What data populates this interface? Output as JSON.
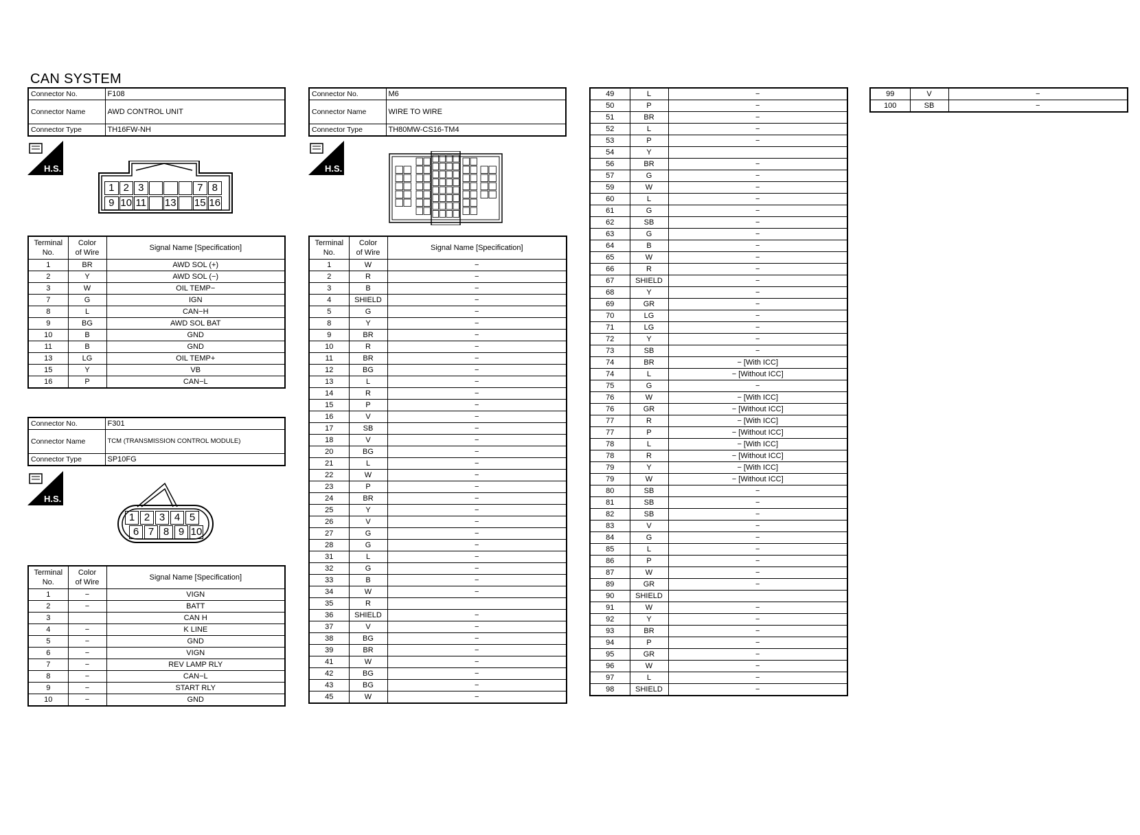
{
  "title": "CAN SYSTEM",
  "labels": {
    "connector_no": "Connector No.",
    "connector_name": "Connector Name",
    "connector_type": "Connector Type",
    "terminal": "Terminal",
    "no": "No.",
    "color": "Color",
    "of_wire": "of Wire",
    "signal": "Signal Name [Specification]",
    "hs": "H.S."
  },
  "connectors": [
    {
      "no": "F108",
      "name": "AWD CONTROL UNIT",
      "type": "TH16FW-NH",
      "pins_top": [
        "1",
        "2",
        "3",
        "",
        "",
        "",
        "7",
        "8"
      ],
      "pins_bottom": [
        "9",
        "10",
        "11",
        "",
        "13",
        "",
        "15",
        "16"
      ],
      "rows": [
        [
          "1",
          "BR",
          "AWD SOL (+)"
        ],
        [
          "2",
          "Y",
          "AWD SOL (−)"
        ],
        [
          "3",
          "W",
          "OIL TEMP−"
        ],
        [
          "7",
          "G",
          "IGN"
        ],
        [
          "8",
          "L",
          "CAN−H"
        ],
        [
          "9",
          "BG",
          "AWD SOL BAT"
        ],
        [
          "10",
          "B",
          "GND"
        ],
        [
          "11",
          "B",
          "GND"
        ],
        [
          "13",
          "LG",
          "OIL TEMP+"
        ],
        [
          "15",
          "Y",
          "VB"
        ],
        [
          "16",
          "P",
          "CAN−L"
        ]
      ]
    },
    {
      "no": "F301",
      "name": "TCM (TRANSMISSION CONTROL MODULE)",
      "type": "SP10FG",
      "pins_top": [
        "1",
        "2",
        "3",
        "4",
        "5"
      ],
      "pins_bottom": [
        "6",
        "7",
        "8",
        "9",
        "10"
      ],
      "rows": [
        [
          "1",
          "−",
          "VIGN"
        ],
        [
          "2",
          "−",
          "BATT"
        ],
        [
          "3",
          "",
          "CAN H"
        ],
        [
          "4",
          "−",
          "K LINE"
        ],
        [
          "5",
          "−",
          "GND"
        ],
        [
          "6",
          "−",
          "VIGN"
        ],
        [
          "7",
          "−",
          "REV LAMP RLY"
        ],
        [
          "8",
          "−",
          "CAN−L"
        ],
        [
          "9",
          "−",
          "START RLY"
        ],
        [
          "10",
          "−",
          "GND"
        ]
      ]
    },
    {
      "no": "M6",
      "name": "WIRE TO WIRE",
      "type": "TH80MW-CS16-TM4",
      "rows": [
        [
          "1",
          "W",
          "−"
        ],
        [
          "2",
          "R",
          "−"
        ],
        [
          "3",
          "B",
          "−"
        ],
        [
          "4",
          "SHIELD",
          "−"
        ],
        [
          "5",
          "G",
          "−"
        ],
        [
          "8",
          "Y",
          "−"
        ],
        [
          "9",
          "BR",
          "−"
        ],
        [
          "10",
          "R",
          "−"
        ],
        [
          "11",
          "BR",
          "−"
        ],
        [
          "12",
          "BG",
          "−"
        ],
        [
          "13",
          "L",
          "−"
        ],
        [
          "14",
          "R",
          "−"
        ],
        [
          "15",
          "P",
          "−"
        ],
        [
          "16",
          "V",
          "−"
        ],
        [
          "17",
          "SB",
          "−"
        ],
        [
          "18",
          "V",
          "−"
        ],
        [
          "20",
          "BG",
          "−"
        ],
        [
          "21",
          "L",
          "−"
        ],
        [
          "22",
          "W",
          "−"
        ],
        [
          "23",
          "P",
          "−"
        ],
        [
          "24",
          "BR",
          "−"
        ],
        [
          "25",
          "Y",
          "−"
        ],
        [
          "26",
          "V",
          "−"
        ],
        [
          "27",
          "G",
          "−"
        ],
        [
          "28",
          "G",
          "−"
        ],
        [
          "31",
          "L",
          "−"
        ],
        [
          "32",
          "G",
          "−"
        ],
        [
          "33",
          "B",
          "−"
        ],
        [
          "34",
          "W",
          "−"
        ],
        [
          "35",
          "R",
          ""
        ],
        [
          "36",
          "SHIELD",
          "−"
        ],
        [
          "37",
          "V",
          "−"
        ],
        [
          "38",
          "BG",
          "−"
        ],
        [
          "39",
          "BR",
          "−"
        ],
        [
          "41",
          "W",
          "−"
        ],
        [
          "42",
          "BG",
          "−"
        ],
        [
          "43",
          "BG",
          "−"
        ],
        [
          "45",
          "W",
          "−"
        ]
      ],
      "rows2": [
        [
          "49",
          "L",
          "−"
        ],
        [
          "50",
          "P",
          "−"
        ],
        [
          "51",
          "BR",
          "−"
        ],
        [
          "52",
          "L",
          "−"
        ],
        [
          "53",
          "P",
          "−"
        ],
        [
          "54",
          "Y",
          ""
        ],
        [
          "56",
          "BR",
          "−"
        ],
        [
          "57",
          "G",
          "−"
        ],
        [
          "59",
          "W",
          "−"
        ],
        [
          "60",
          "L",
          "−"
        ],
        [
          "61",
          "G",
          "−"
        ],
        [
          "62",
          "SB",
          "−"
        ],
        [
          "63",
          "G",
          "−"
        ],
        [
          "64",
          "B",
          "−"
        ],
        [
          "65",
          "W",
          "−"
        ],
        [
          "66",
          "R",
          "−"
        ],
        [
          "67",
          "SHIELD",
          "−"
        ],
        [
          "68",
          "Y",
          "−"
        ],
        [
          "69",
          "GR",
          "−"
        ],
        [
          "70",
          "LG",
          "−"
        ],
        [
          "71",
          "LG",
          "−"
        ],
        [
          "72",
          "Y",
          "−"
        ],
        [
          "73",
          "SB",
          "−"
        ],
        [
          "74",
          "BR",
          "− [With ICC]"
        ],
        [
          "74",
          "L",
          "− [Without ICC]"
        ],
        [
          "75",
          "G",
          "−"
        ],
        [
          "76",
          "W",
          "− [With ICC]"
        ],
        [
          "76",
          "GR",
          "− [Without ICC]"
        ],
        [
          "77",
          "R",
          "− [With ICC]"
        ],
        [
          "77",
          "P",
          "− [Without ICC]"
        ],
        [
          "78",
          "L",
          "− [With ICC]"
        ],
        [
          "78",
          "R",
          "− [Without ICC]"
        ],
        [
          "79",
          "Y",
          "− [With ICC]"
        ],
        [
          "79",
          "W",
          "− [Without ICC]"
        ],
        [
          "80",
          "SB",
          "−"
        ],
        [
          "81",
          "SB",
          "−"
        ],
        [
          "82",
          "SB",
          "−"
        ],
        [
          "83",
          "V",
          "−"
        ],
        [
          "84",
          "G",
          "−"
        ],
        [
          "85",
          "L",
          "−"
        ],
        [
          "86",
          "P",
          "−"
        ],
        [
          "87",
          "W",
          "−"
        ],
        [
          "89",
          "GR",
          "−"
        ],
        [
          "90",
          "SHIELD",
          ""
        ],
        [
          "91",
          "W",
          "−"
        ],
        [
          "92",
          "Y",
          "−"
        ],
        [
          "93",
          "BR",
          "−"
        ],
        [
          "94",
          "P",
          "−"
        ],
        [
          "95",
          "GR",
          "−"
        ],
        [
          "96",
          "W",
          "−"
        ],
        [
          "97",
          "L",
          "−"
        ],
        [
          "98",
          "SHIELD",
          "−"
        ]
      ],
      "rows3": [
        [
          "99",
          "V",
          "−"
        ],
        [
          "100",
          "SB",
          "−"
        ]
      ]
    }
  ]
}
